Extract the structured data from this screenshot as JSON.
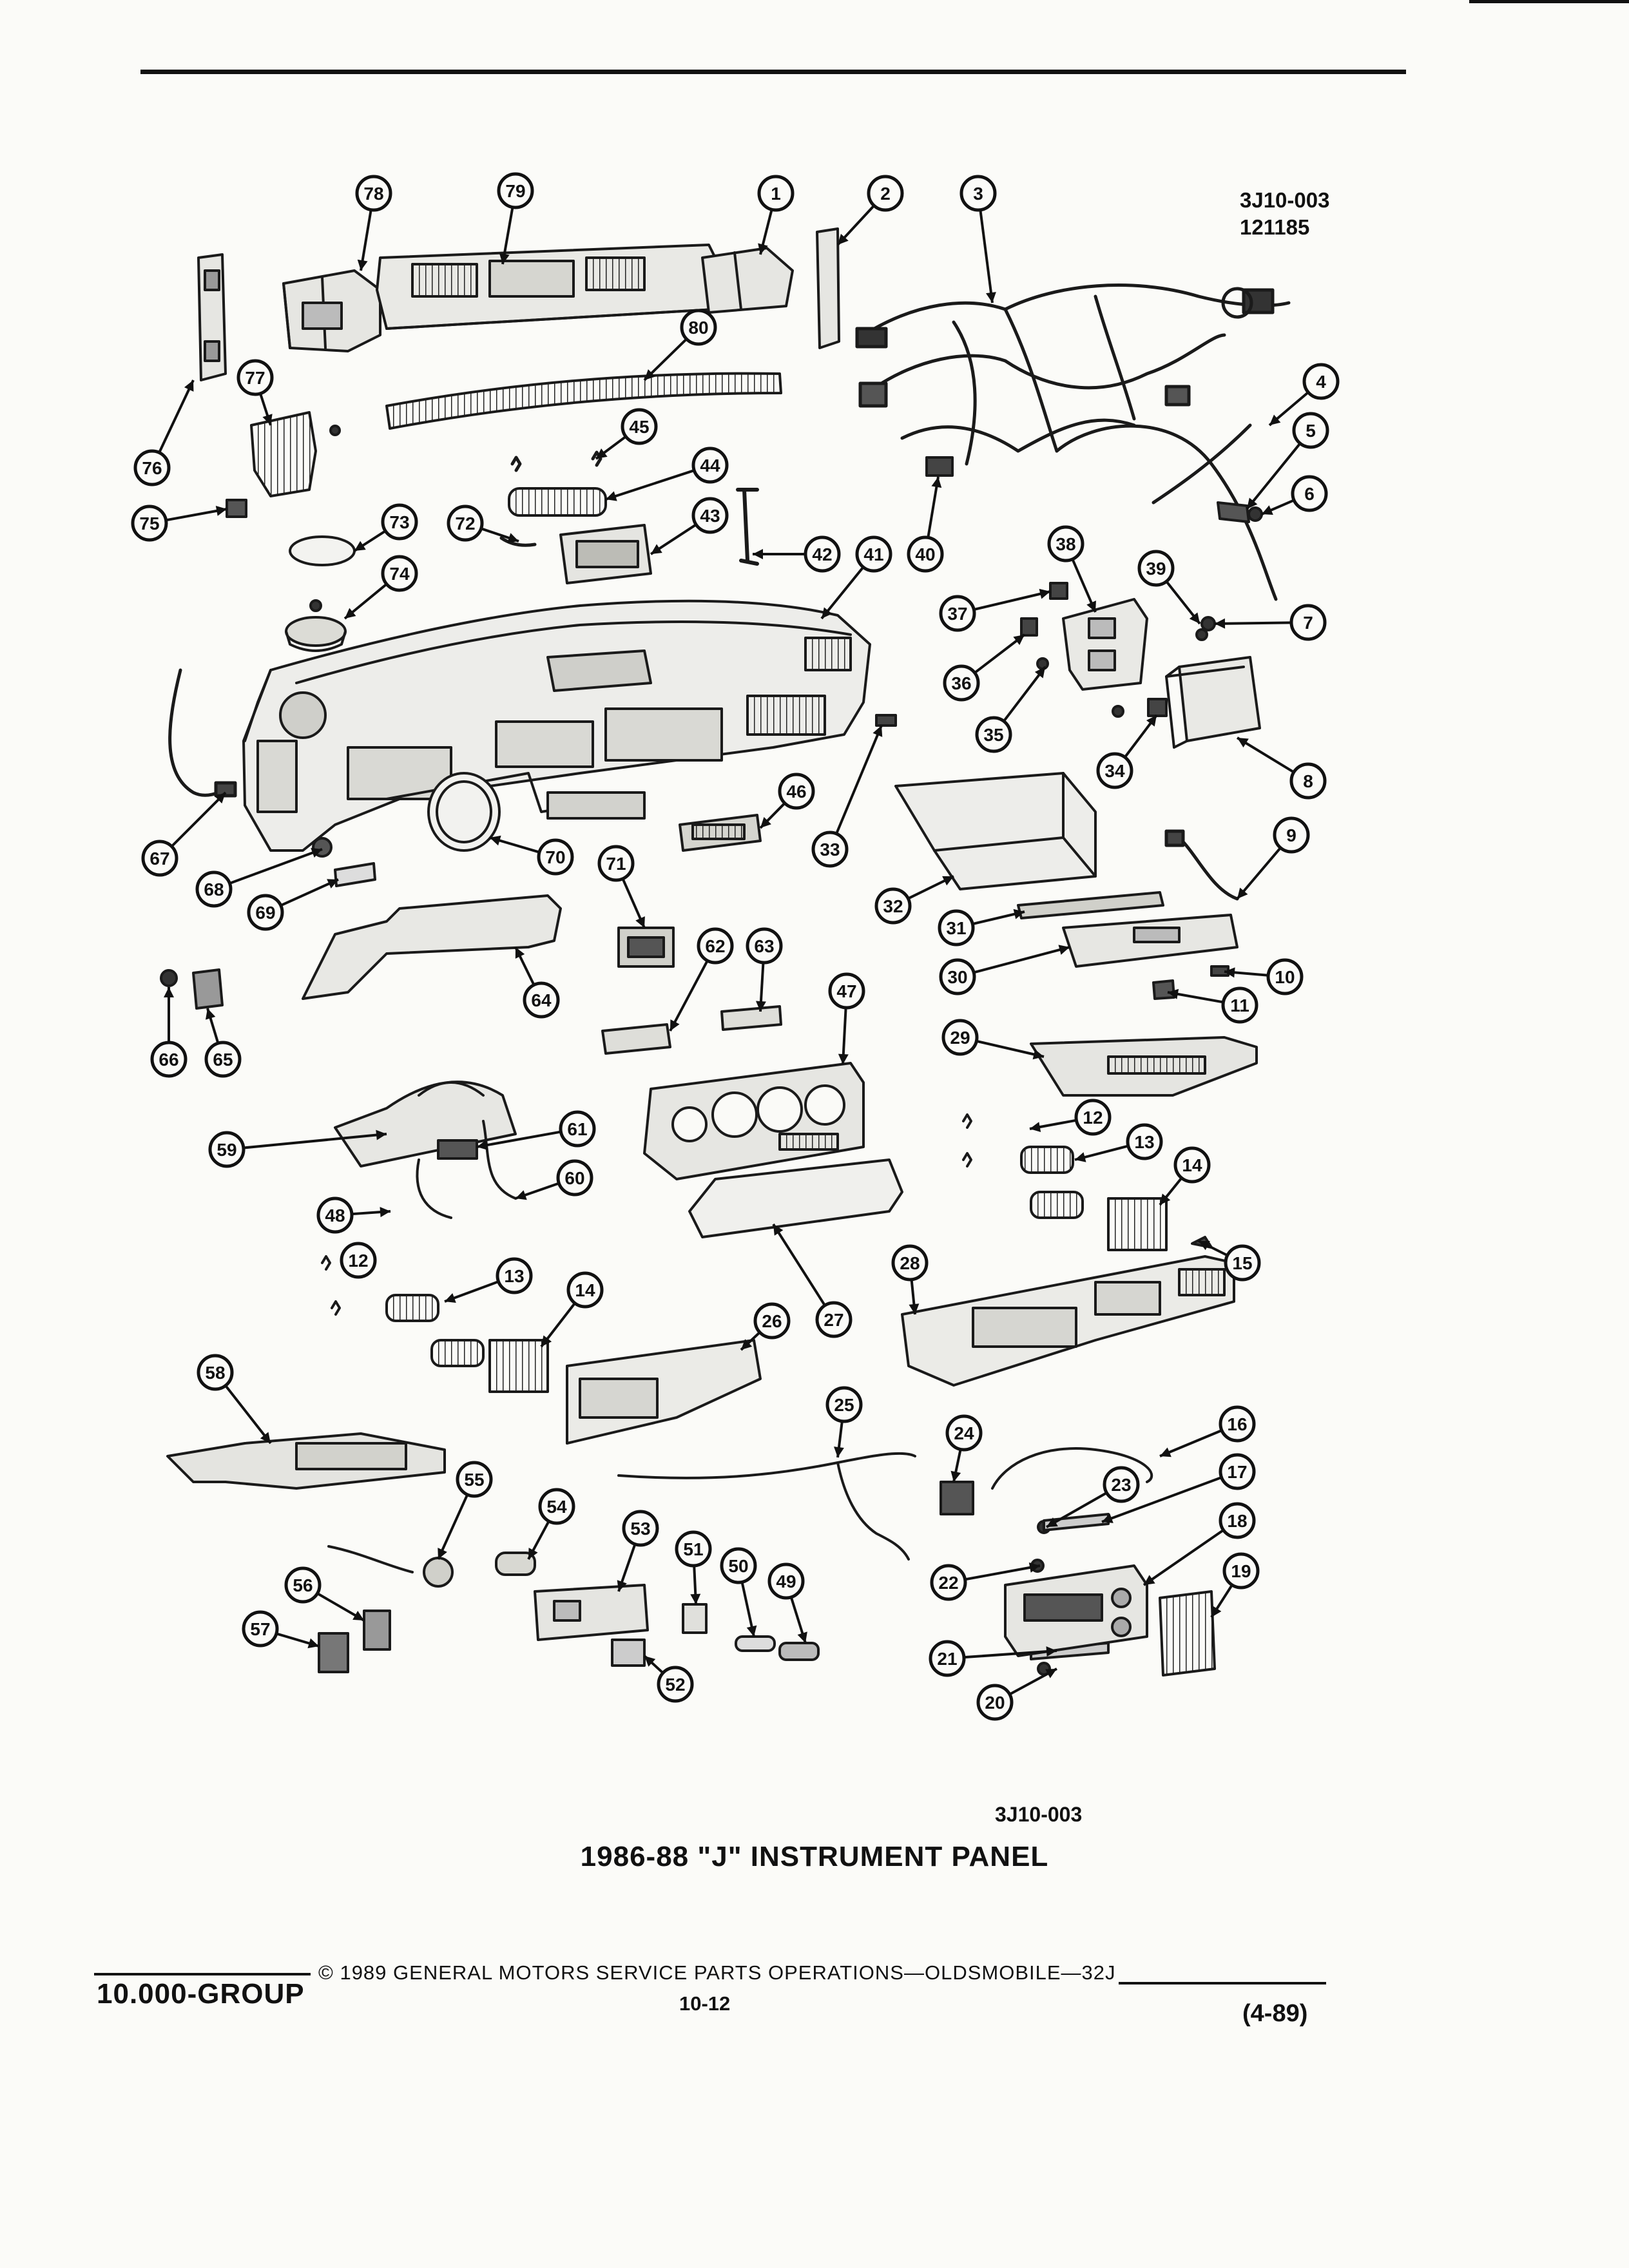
{
  "header": {
    "figure_code": "3J10-003",
    "figure_date": "121185"
  },
  "figure": {
    "code": "3J10-003",
    "title": "1986-88 \"J\" INSTRUMENT PANEL"
  },
  "footer": {
    "group": "10.000-GROUP",
    "copyright": "© 1989 GENERAL MOTORS SERVICE PARTS OPERATIONS—OLDSMOBILE—32J",
    "page": "10-12",
    "revision": "(4-89)"
  },
  "callouts": [
    "1",
    "2",
    "3",
    "4",
    "5",
    "6",
    "7",
    "8",
    "9",
    "10",
    "11",
    "12",
    "12",
    "13",
    "13",
    "14",
    "14",
    "15",
    "16",
    "17",
    "18",
    "19",
    "20",
    "21",
    "22",
    "23",
    "24",
    "25",
    "26",
    "27",
    "28",
    "29",
    "30",
    "31",
    "32",
    "33",
    "34",
    "35",
    "36",
    "37",
    "38",
    "39",
    "40",
    "41",
    "42",
    "43",
    "44",
    "45",
    "46",
    "47",
    "48",
    "49",
    "50",
    "51",
    "52",
    "53",
    "54",
    "55",
    "56",
    "57",
    "58",
    "59",
    "60",
    "61",
    "62",
    "63",
    "64",
    "65",
    "66",
    "67",
    "68",
    "69",
    "70",
    "71",
    "72",
    "73",
    "74",
    "75",
    "76",
    "77",
    "78",
    "79",
    "80"
  ]
}
